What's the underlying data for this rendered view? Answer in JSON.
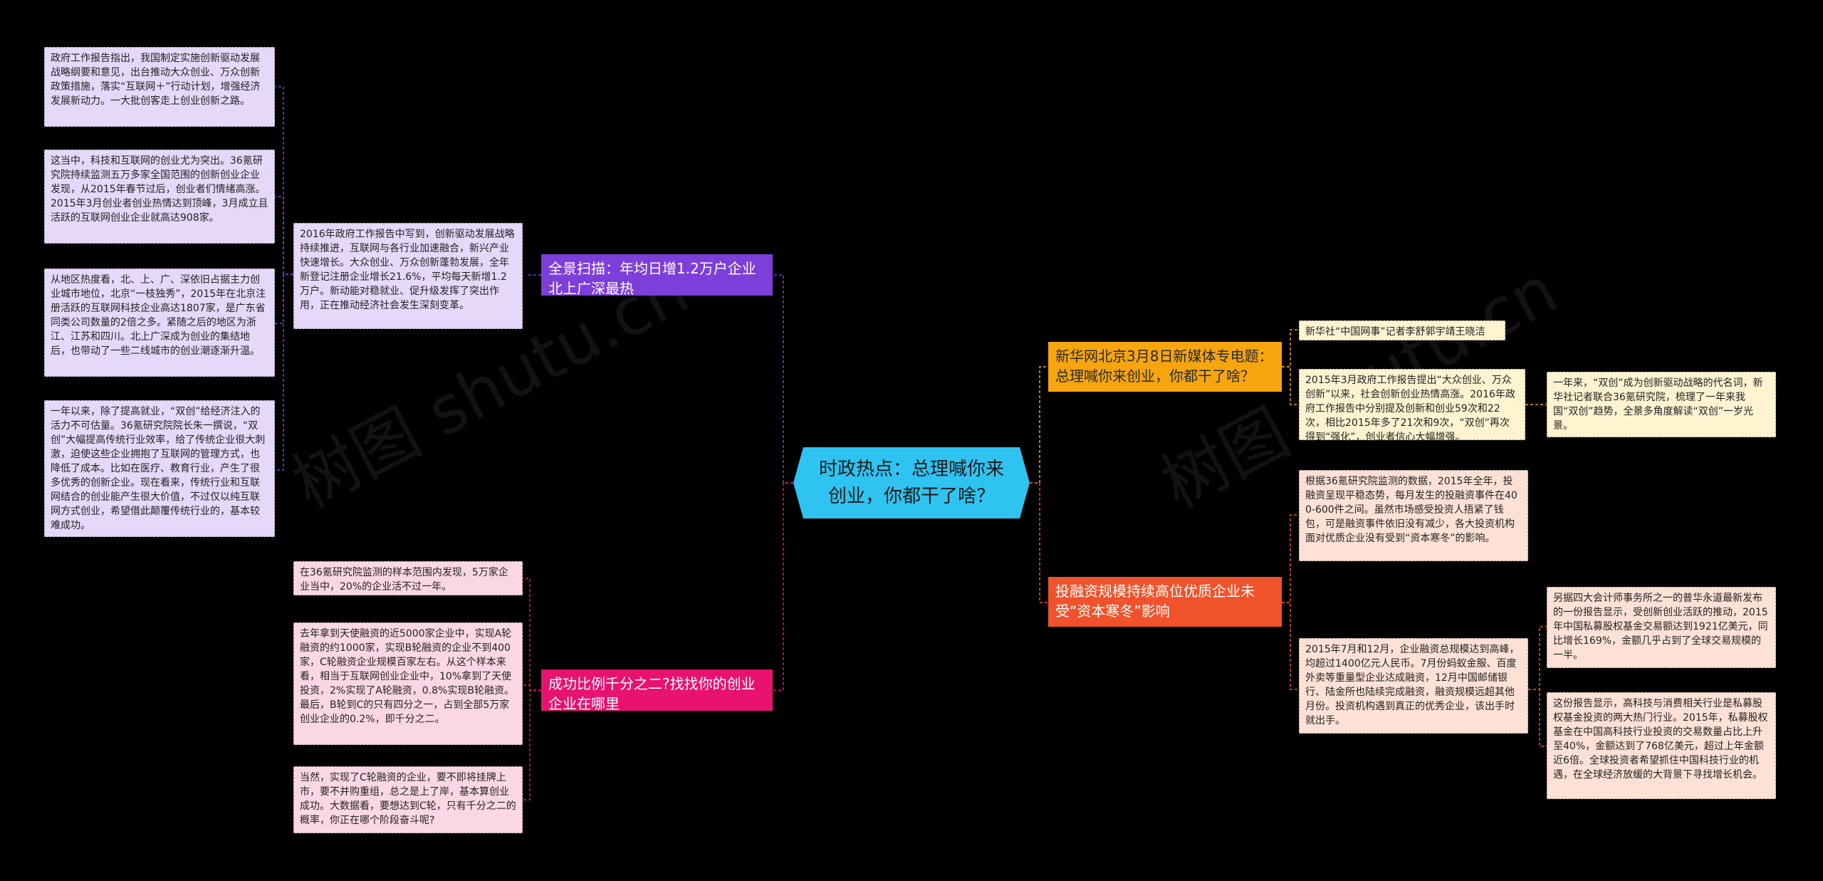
{
  "watermarks": [
    "树图 shutu.cn",
    "树图 shutu.cn"
  ],
  "root": {
    "label": "时政热点：总理喊你来创业，你都干了啥？"
  },
  "colors": {
    "root": "#2fc3f1",
    "purple": "#7d3ed9",
    "pink": "#e8126f",
    "orange": "#f6a50f",
    "coral": "#f0532c"
  },
  "branches": {
    "b1": {
      "label": "全景扫描：年均日增1.2万户企业北上广深最热",
      "summary": "2016年政府工作报告中写到，创新驱动发展战略持续推进，互联网与各行业加速融合，新兴产业快速增长。大众创业、万众创新蓬勃发展，全年新登记注册企业增长21.6%，平均每天新增1.2万户。新动能对稳就业、促升级发挥了突出作用，正在推动经济社会发生深刻变革。",
      "details": [
        "政府工作报告指出，我国制定实施创新驱动发展战略纲要和意见，出台推动大众创业、万众创新政策措施，落实“互联网＋”行动计划，增强经济发展新动力。一大批创客走上创业创新之路。",
        "这当中，科技和互联网的创业尤为突出。36氪研究院持续监测五万多家全国范围的创新创业企业发现，从2015年春节过后，创业者们情绪高涨。2015年3月创业者创业热情达到顶峰，3月成立且活跃的互联网创业企业就高达908家。",
        "从地区热度看，北、上、广、深依旧占据主力创业城市地位，北京“一枝独秀”，2015年在北京注册活跃的互联网科技企业高达1807家，是广东省同类公司数量的2倍之多。紧随之后的地区为浙江、江苏和四川。北上广深成为创业的集结地后，也带动了一些二线城市的创业潮逐渐升温。",
        "一年以来，除了提高就业，“双创”给经济注入的活力不可估量。36氪研究院院长朱一撰说，“双创”大幅提高传统行业效率，给了传统企业很大刺激，迫使这些企业拥抱了互联网的管理方式，也降低了成本。比如在医疗、教育行业，产生了很多优秀的创新企业。现在看来，传统行业和互联网结合的创业能产生很大价值，不过仅以纯互联网方式创业，希望借此颠覆传统行业的，基本较难成功。"
      ]
    },
    "b2": {
      "label": "成功比例千分之二?找找你的创业企业在哪里",
      "details": [
        "在36氪研究院监测的样本范围内发现，5万家企业当中，20%的企业活不过一年。",
        "去年拿到天使融资的近5000家企业中，实现A轮融资的约1000家，实现B轮融资的企业不到400家，C轮融资企业规模百家左右。从这个样本来看，相当于互联网创业企业中，10%拿到了天使投资，2%实现了A轮融资，0.8%实现B轮融资。最后，B轮到C的只有四分之一，占到全部5万家创业企业的0.2%，即千分之二。",
        "当然，实现了C轮融资的企业，要不即将挂牌上市，要不并购重组，总之是上了岸，基本算创业成功。大数据看，要想达到C轮，只有千分之二的概率，你正在哪个阶段奋斗呢?"
      ]
    },
    "b3": {
      "label": "新华网北京3月8日新媒体专电题：总理喊你来创业，你都干了啥？",
      "details": [
        "新华社“中国网事”记者李舒郭宇靖王晓洁",
        "2015年3月政府工作报告提出“大众创业、万众创新”以来，社会创新创业热情高涨。2016年政府工作报告中分别提及创新和创业59次和22次，相比2015年多了21次和9次，“双创”再次得到“强化”，创业者信心大幅增强。"
      ],
      "sub": "一年来，“双创”成为创新驱动战略的代名词，新华社记者联合36氪研究院，梳理了一年来我国“双创”趋势，全景多角度解读“双创”一岁光景。"
    },
    "b4": {
      "label": "投融资规模持续高位优质企业未受“资本寒冬”影响",
      "details": [
        "根据36氪研究院监测的数据，2015年全年，投融资呈现平稳态势，每月发生的投融资事件在400-600件之间。虽然市场感受投资人捂紧了钱包，可是融资事件依旧没有减少，各大投资机构面对优质企业没有受到“资本寒冬”的影响。",
        "2015年7月和12月，企业融资总规模达到高峰，均超过1400亿元人民币。7月份蚂蚁金服、百度外卖等重量型企业达成融资，12月中国邮储银行、陆金所也陆续完成融资，融资规模远超其他月份。投资机构遇到真正的优秀企业，该出手时就出手。"
      ],
      "subs": [
        "另据四大会计师事务所之一的普华永道最新发布的一份报告显示，受创新创业活跃的推动，2015年中国私募股权基金交易额达到1921亿美元，同比增长169%，金额几乎占到了全球交易规模的一半。",
        "这份报告显示，高科技与消费相关行业是私募股权基金投资的两大热门行业。2015年，私募股权基金在中国高科技行业投资的交易数量占比上升至40%，金额达到了768亿美元，超过上年金额近6倍。全球投资者希望抓住中国科技行业的机遇，在全球经济放缓的大背景下寻找增长机会。"
      ]
    }
  }
}
